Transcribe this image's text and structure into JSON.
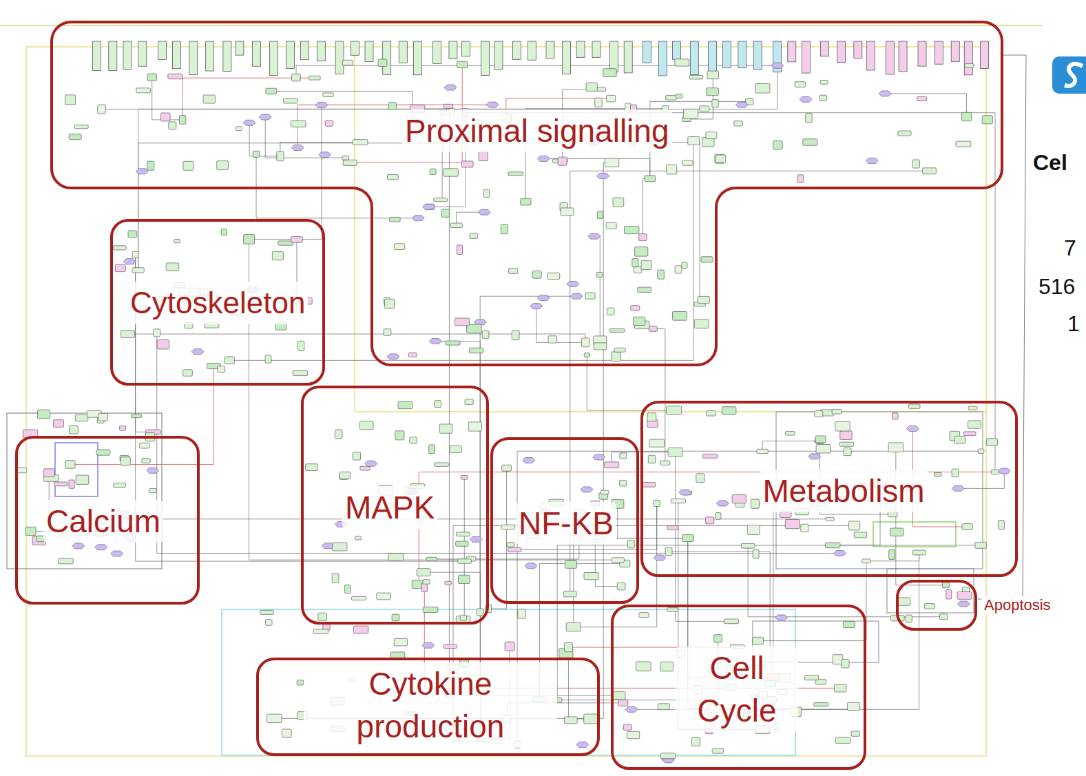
{
  "diagram": {
    "nodes": [
      {
        "text": [
          "Proximal signalling"
        ]
      },
      {
        "text": [
          "Cytoskeleton"
        ]
      },
      {
        "text": [
          "Calcium"
        ]
      },
      {
        "text": [
          "MAPK"
        ]
      },
      {
        "text": [
          "NF-KB"
        ]
      },
      {
        "text": [
          "Metabolism"
        ]
      },
      {
        "text": [
          "Apoptosis"
        ]
      },
      {
        "text": [
          "Cytokine production"
        ]
      },
      {
        "text": [
          "Cell Cycle"
        ]
      }
    ],
    "labels": [
      "Cel",
      "7",
      "516",
      "1"
    ]
  }
}
